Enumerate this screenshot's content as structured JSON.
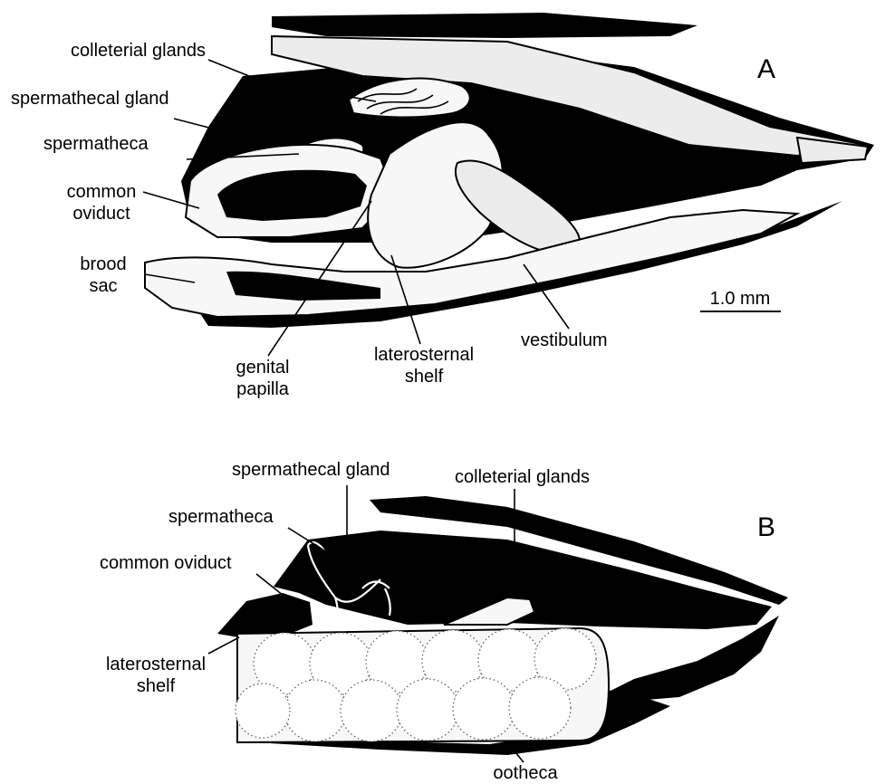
{
  "panel_a": {
    "letter": "A",
    "labels": {
      "colleterial_glands": "colleterial glands",
      "spermathecal_gland": "spermathecal gland",
      "spermatheca": "spermatheca",
      "common_oviduct_1": "common",
      "common_oviduct_2": "oviduct",
      "brood_sac_1": "brood",
      "brood_sac_2": "sac",
      "genital_papilla_1": "genital",
      "genital_papilla_2": "papilla",
      "laterosternal_shelf_1": "laterosternal",
      "laterosternal_shelf_2": "shelf",
      "vestibulum": "vestibulum"
    },
    "scale_bar": "1.0 mm"
  },
  "panel_b": {
    "letter": "B",
    "labels": {
      "spermathecal_gland": "spermathecal gland",
      "colleterial_glands": "colleterial glands",
      "spermatheca": "spermatheca",
      "common_oviduct": "common oviduct",
      "laterosternal_shelf_1": "laterosternal",
      "laterosternal_shelf_2": "shelf",
      "ootheca": "ootheca"
    }
  }
}
